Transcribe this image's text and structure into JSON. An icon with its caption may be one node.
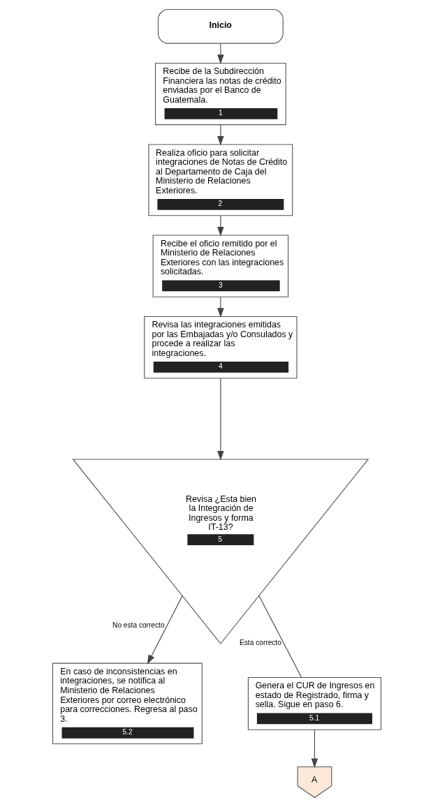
{
  "diagram": {
    "nodes": [
      {
        "text": [
          "Inicio"
        ]
      },
      {
        "text": [
          "Recibe de la Subdirección Financiera las notas de crédito enviadas por el Banco de Guatemala.",
          "1"
        ]
      },
      {
        "text": [
          "Realiza oficio para solicitar integraciones de Notas de Crédito al Departamento de Caja del Ministerio de Relaciones Exteriores.",
          "2"
        ]
      },
      {
        "text": [
          "Recibe el oficio remitido por el Ministerio de Relaciones Exteriores con las integraciones solicitadas.",
          "3"
        ]
      },
      {
        "text": [
          "Revisa las integraciones emitidas por las Embajadas y/o Consulados y procede a realizar las integraciones.",
          "4"
        ]
      },
      {
        "text": [
          "Revisa ¿Esta bien la Integración de Ingresos y forma IT-13?",
          "5"
        ]
      },
      {
        "text": [
          "En caso de inconsistencias en integraciones, se notifica al Ministerio de Relaciones Exteriores por correo electrónico para correcciones. Regresa al paso 3.",
          "5.2"
        ]
      },
      {
        "text": [
          "Genera el CUR de Ingresos en estado de Registrado, firma y sella. Sigue en paso 6.",
          "5.1"
        ]
      },
      {
        "text": [
          "A"
        ]
      }
    ],
    "edges": [
      {
        "from": 0,
        "to": 1,
        "arrow": "to"
      },
      {
        "from": 1,
        "to": 2,
        "arrow": "to"
      },
      {
        "from": 2,
        "to": 3,
        "arrow": "to"
      },
      {
        "from": 3,
        "to": 4,
        "arrow": "to"
      },
      {
        "from": 4,
        "to": 5,
        "arrow": "to"
      },
      {
        "from": 5,
        "to": 6,
        "label": "No esta correcto",
        "arrow": "to"
      },
      {
        "from": 5,
        "to": 7,
        "label": "Esta correcto",
        "arrow": "none"
      },
      {
        "from": 7,
        "to": 8,
        "arrow": "to"
      }
    ]
  }
}
